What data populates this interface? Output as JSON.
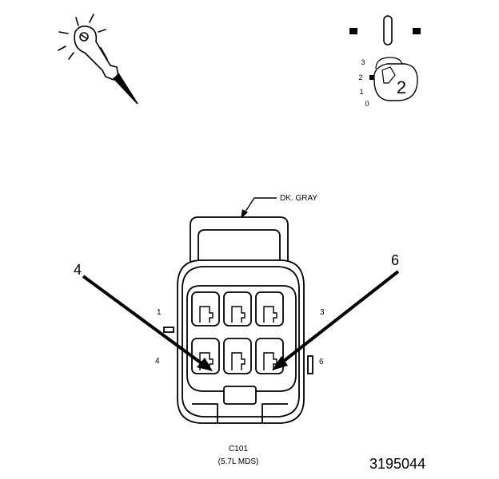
{
  "probe": {
    "icon": "test-probe-icon"
  },
  "key_switch": {
    "icon": "ignition-key-icon",
    "positions": [
      "3",
      "2",
      "1",
      "0"
    ],
    "selected": "2"
  },
  "connector": {
    "housing_color": "DK. GRAY",
    "id": "C101",
    "subtitle": "(5.7L MDS)",
    "pin_labels": {
      "p1": "1",
      "p3": "3",
      "p4": "4",
      "p6": "6"
    },
    "callouts": {
      "left": "4",
      "right": "6"
    }
  },
  "figure_number": "3195044"
}
